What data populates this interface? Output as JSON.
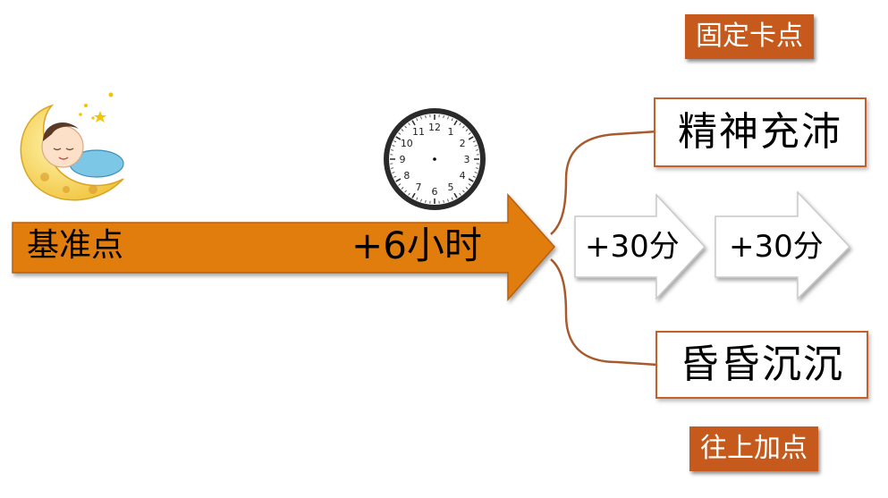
{
  "colors": {
    "accent": "#c55a1c",
    "main_arrow": "#e07d10",
    "outline": "#c4602a"
  },
  "baseline": {
    "label": "基准点",
    "offset": "+6小时"
  },
  "steps": [
    {
      "label": "+30分"
    },
    {
      "label": "+30分"
    }
  ],
  "outcomes": {
    "top": "精神充沛",
    "bottom": "昏昏沉沉"
  },
  "tags": {
    "fixed": "固定卡点",
    "add_up": "往上加点"
  },
  "icons": {
    "sleep": "sleeping-baby-moon-icon",
    "clock": "clock-icon"
  },
  "clock_numbers": [
    "12",
    "1",
    "2",
    "3",
    "4",
    "5",
    "6",
    "7",
    "8",
    "9",
    "10",
    "11"
  ]
}
